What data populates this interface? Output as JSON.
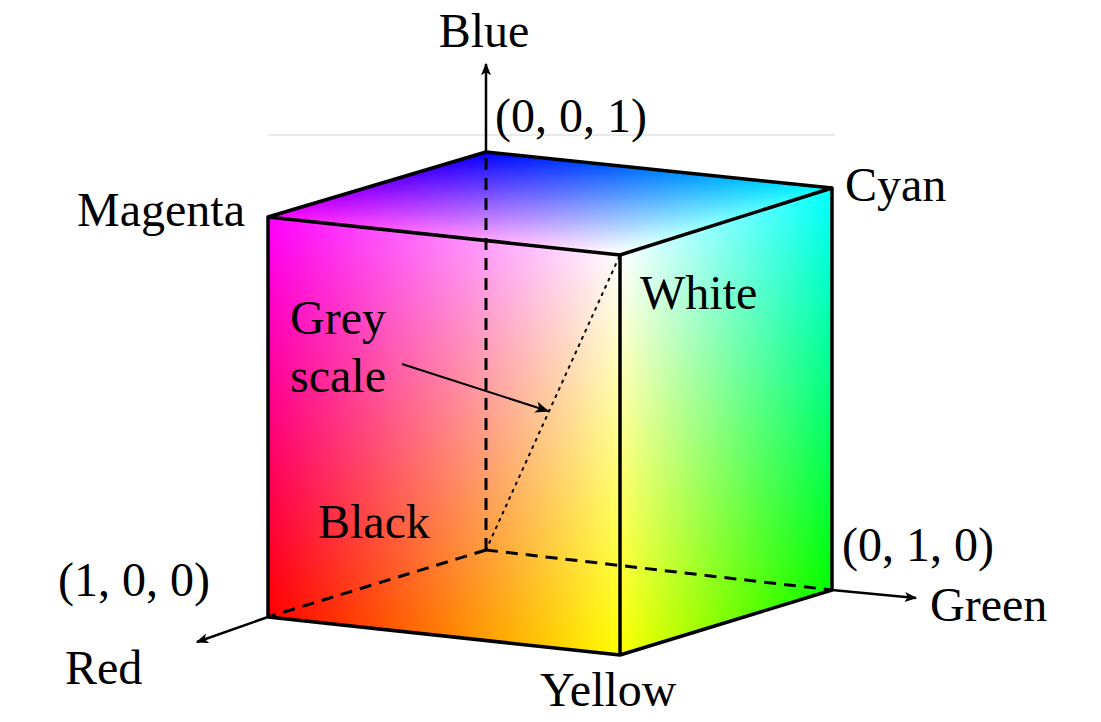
{
  "diagram": {
    "labels": [
      "Blue",
      "(0, 0, 1)",
      "Magenta",
      "Cyan",
      "White",
      "Grey scale",
      "Black",
      "(1, 0, 0)",
      "(0, 1, 0)",
      "Green",
      "Red",
      "Yellow"
    ]
  }
}
